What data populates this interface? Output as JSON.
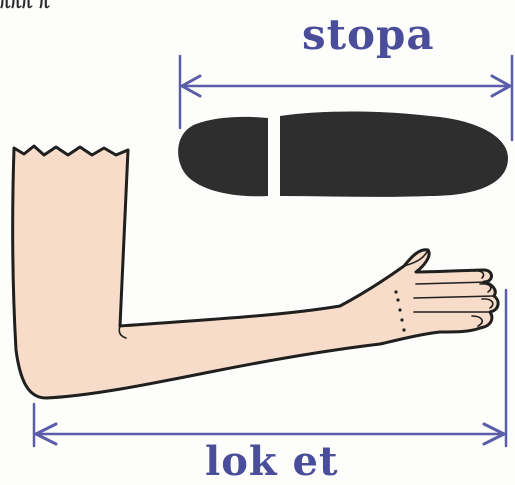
{
  "labels": {
    "top": "stopa",
    "bottom": "lok et",
    "cropped_top_text": "ᥰᥰᥰ ᥰ"
  },
  "colors": {
    "label": "#4a4e9a",
    "arrow": "#5a5ea8",
    "sole": "#2e2e2e",
    "skin": "#f7dcc9",
    "outline": "#1f1f1f",
    "background": "#fdfdfb"
  }
}
